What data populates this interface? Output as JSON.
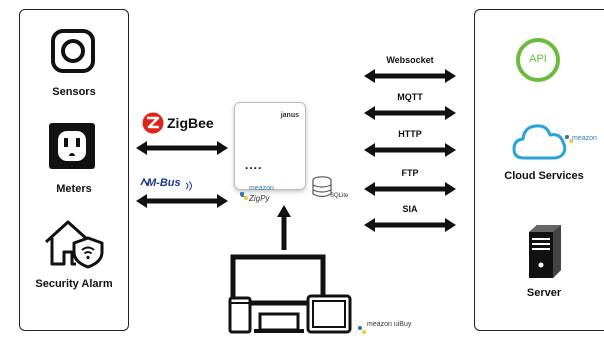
{
  "left_panel": {
    "sensors_label": "Sensors",
    "meters_label": "Meters",
    "alarm_label": "Security Alarm"
  },
  "inputs": {
    "zigbee_label": "ZigBee",
    "mbus_label": "M-Bus"
  },
  "hub": {
    "brand": "janus",
    "indicator": "....",
    "software_brand": "meazon",
    "software_name": "ZigPy",
    "db_label": "SQLite"
  },
  "protocols": [
    "Websocket",
    "MQTT",
    "HTTP",
    "FTP",
    "SIA"
  ],
  "right_panel": {
    "api_label": "API",
    "cloud_label": "Cloud Services",
    "cloud_brand": "meazon",
    "server_label": "Server"
  },
  "bottom": {
    "brand_label": "meazon uiBuy"
  },
  "colors": {
    "api_green": "#6cbb3c",
    "cloud_blue": "#29a3d8",
    "zigbee_red": "#e2231a",
    "mbus_blue": "#1e3a8a"
  }
}
